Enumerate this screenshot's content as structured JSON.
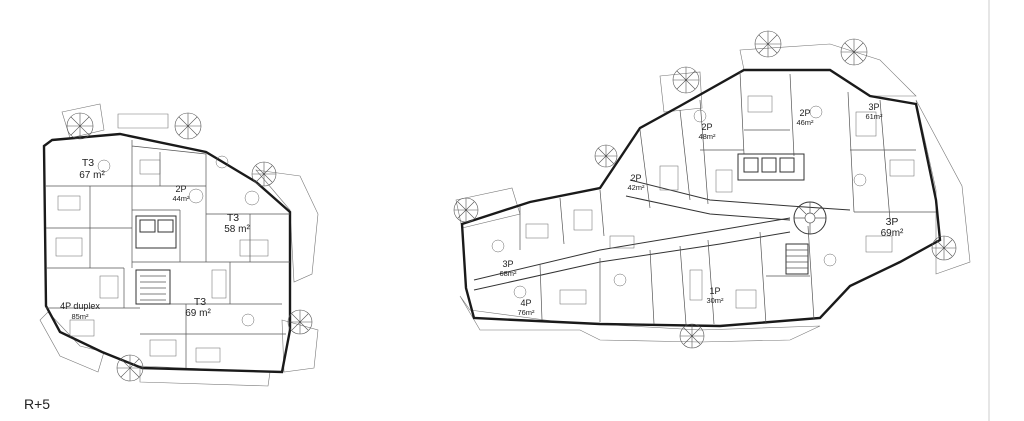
{
  "level_label": "R+5",
  "units": [
    {
      "id": "u1",
      "name": "T3",
      "area": "67 m²"
    },
    {
      "id": "u2",
      "name": "2P",
      "area": "44m²"
    },
    {
      "id": "u3",
      "name": "T3",
      "area": "58 m²"
    },
    {
      "id": "u4",
      "name": "T3",
      "area": "69 m²"
    },
    {
      "id": "u5",
      "name": "4P duplex",
      "area": "85m²"
    },
    {
      "id": "u6",
      "name": "2P",
      "area": "42m²"
    },
    {
      "id": "u7",
      "name": "2P",
      "area": "48m²"
    },
    {
      "id": "u8",
      "name": "2P",
      "area": "46m²"
    },
    {
      "id": "u9",
      "name": "3P",
      "area": "61m²"
    },
    {
      "id": "u10",
      "name": "3P",
      "area": "69m²"
    },
    {
      "id": "u11",
      "name": "3P",
      "area": "68m²"
    },
    {
      "id": "u12",
      "name": "4P",
      "area": "76m²"
    },
    {
      "id": "u13",
      "name": "1P",
      "area": "30m²"
    }
  ]
}
